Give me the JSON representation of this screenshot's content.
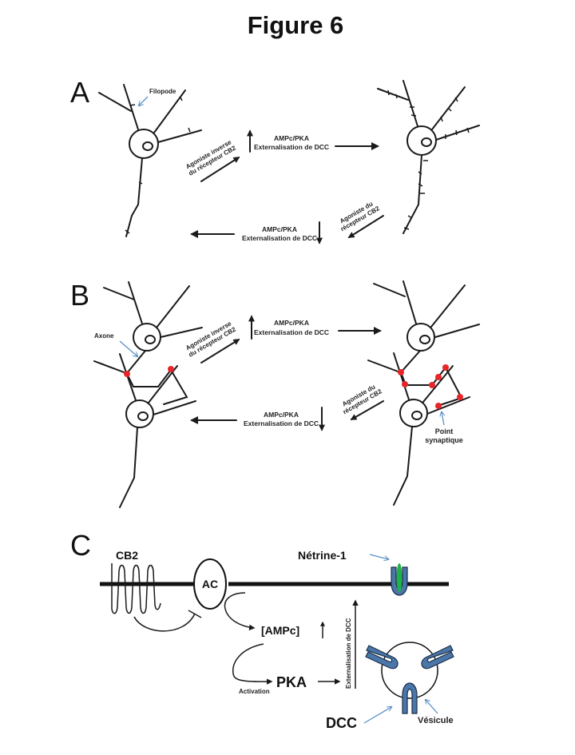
{
  "figure": {
    "title": "Figure 6"
  },
  "panelA": {
    "letter": "A",
    "filopode_label": "Filopode",
    "top_arrow": {
      "condition_line1": "Agoniste inverse",
      "condition_line2": "du récepteur CB2",
      "effect_line1": "AMPc/PKA",
      "effect_line2": "Externalisation de DCC",
      "direction": "up"
    },
    "bottom_arrow": {
      "condition_line1": "Agoniste du",
      "condition_line2": "récepteur CB2",
      "effect_line1": "AMPc/PKA",
      "effect_line2": "Externalisation de DCC",
      "direction": "down"
    }
  },
  "panelB": {
    "letter": "B",
    "axone_label": "Axone",
    "synapse_label_line1": "Point",
    "synapse_label_line2": "synaptique",
    "top_arrow": {
      "condition_line1": "Agoniste inverse",
      "condition_line2": "du récepteur CB2",
      "effect_line1": "AMPc/PKA",
      "effect_line2": "Externalisation de DCC",
      "direction": "up"
    },
    "bottom_arrow": {
      "condition_line1": "Agoniste du",
      "condition_line2": "récepteur CB2",
      "effect_line1": "AMPc/PKA",
      "effect_line2": "Externalisation de DCC",
      "direction": "down"
    },
    "synapse_color": "#e8262a"
  },
  "panelC": {
    "letter": "C",
    "cb2_label": "CB2",
    "ac_label": "AC",
    "ampc_label": "[AMPc]",
    "pka_label": "PKA",
    "activation_label": "Activation",
    "externalisation_label": "Externalisation de DCC",
    "netrine_label": "Nétrine-1",
    "dcc_label": "DCC",
    "vesicule_label": "Vésicule",
    "dcc_color": "#4a76a8",
    "netrine_color": "#22b04b"
  }
}
